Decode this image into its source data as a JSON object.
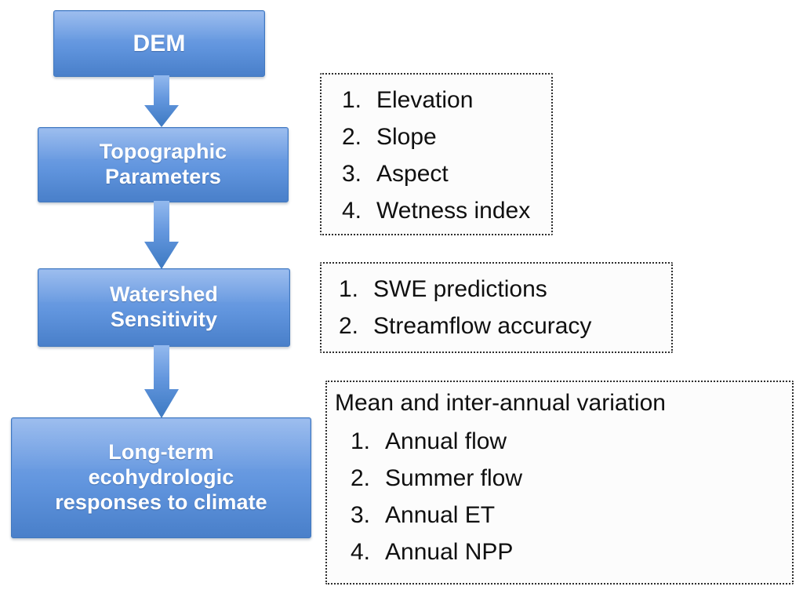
{
  "figure": {
    "type": "flowchart",
    "orientation": "top-to-bottom",
    "colors": {
      "node_fill_top": "#84ADEA",
      "node_fill_bottom": "#4A80CA",
      "node_border": "#4178BE",
      "node_text": "#FFFFFF",
      "arrow_fill_top": "#8FB6EC",
      "arrow_fill_bottom": "#3E7CC4",
      "detail_border": "#2E2E2E",
      "detail_fill": "#FCFCFC",
      "detail_text": "#101010",
      "background": "#FFFFFF"
    }
  },
  "nodes": [
    {
      "id": "dem",
      "label": "DEM"
    },
    {
      "id": "topo",
      "label": "Topographic\nParameters"
    },
    {
      "id": "watershed",
      "label": "Watershed\nSensitivity"
    },
    {
      "id": "longterm",
      "label": "Long-term\necohydrologic\nresponses to climate"
    }
  ],
  "arrows": [
    {
      "id": "arrow-dem-to-topo",
      "from": "dem",
      "to": "topo",
      "direction": "down"
    },
    {
      "id": "arrow-topo-to-watershed",
      "from": "topo",
      "to": "watershed",
      "direction": "down"
    },
    {
      "id": "arrow-watershed-to-longterm",
      "from": "watershed",
      "to": "longterm",
      "direction": "down"
    }
  ],
  "details": {
    "topo": {
      "heading": "",
      "items": [
        {
          "num": "1.",
          "text": "Elevation"
        },
        {
          "num": "2.",
          "text": "Slope"
        },
        {
          "num": "3.",
          "text": "Aspect"
        },
        {
          "num": "4.",
          "text": "Wetness index"
        }
      ]
    },
    "watershed": {
      "heading": "",
      "items": [
        {
          "num": "1.",
          "text": "SWE predictions"
        },
        {
          "num": "2.",
          "text": "Streamflow accuracy"
        }
      ]
    },
    "longterm": {
      "heading": "Mean and inter-annual variation",
      "items": [
        {
          "num": "1.",
          "text": "Annual flow"
        },
        {
          "num": "2.",
          "text": "Summer flow"
        },
        {
          "num": "3.",
          "text": "Annual ET"
        },
        {
          "num": "4.",
          "text": "Annual NPP"
        }
      ]
    }
  }
}
